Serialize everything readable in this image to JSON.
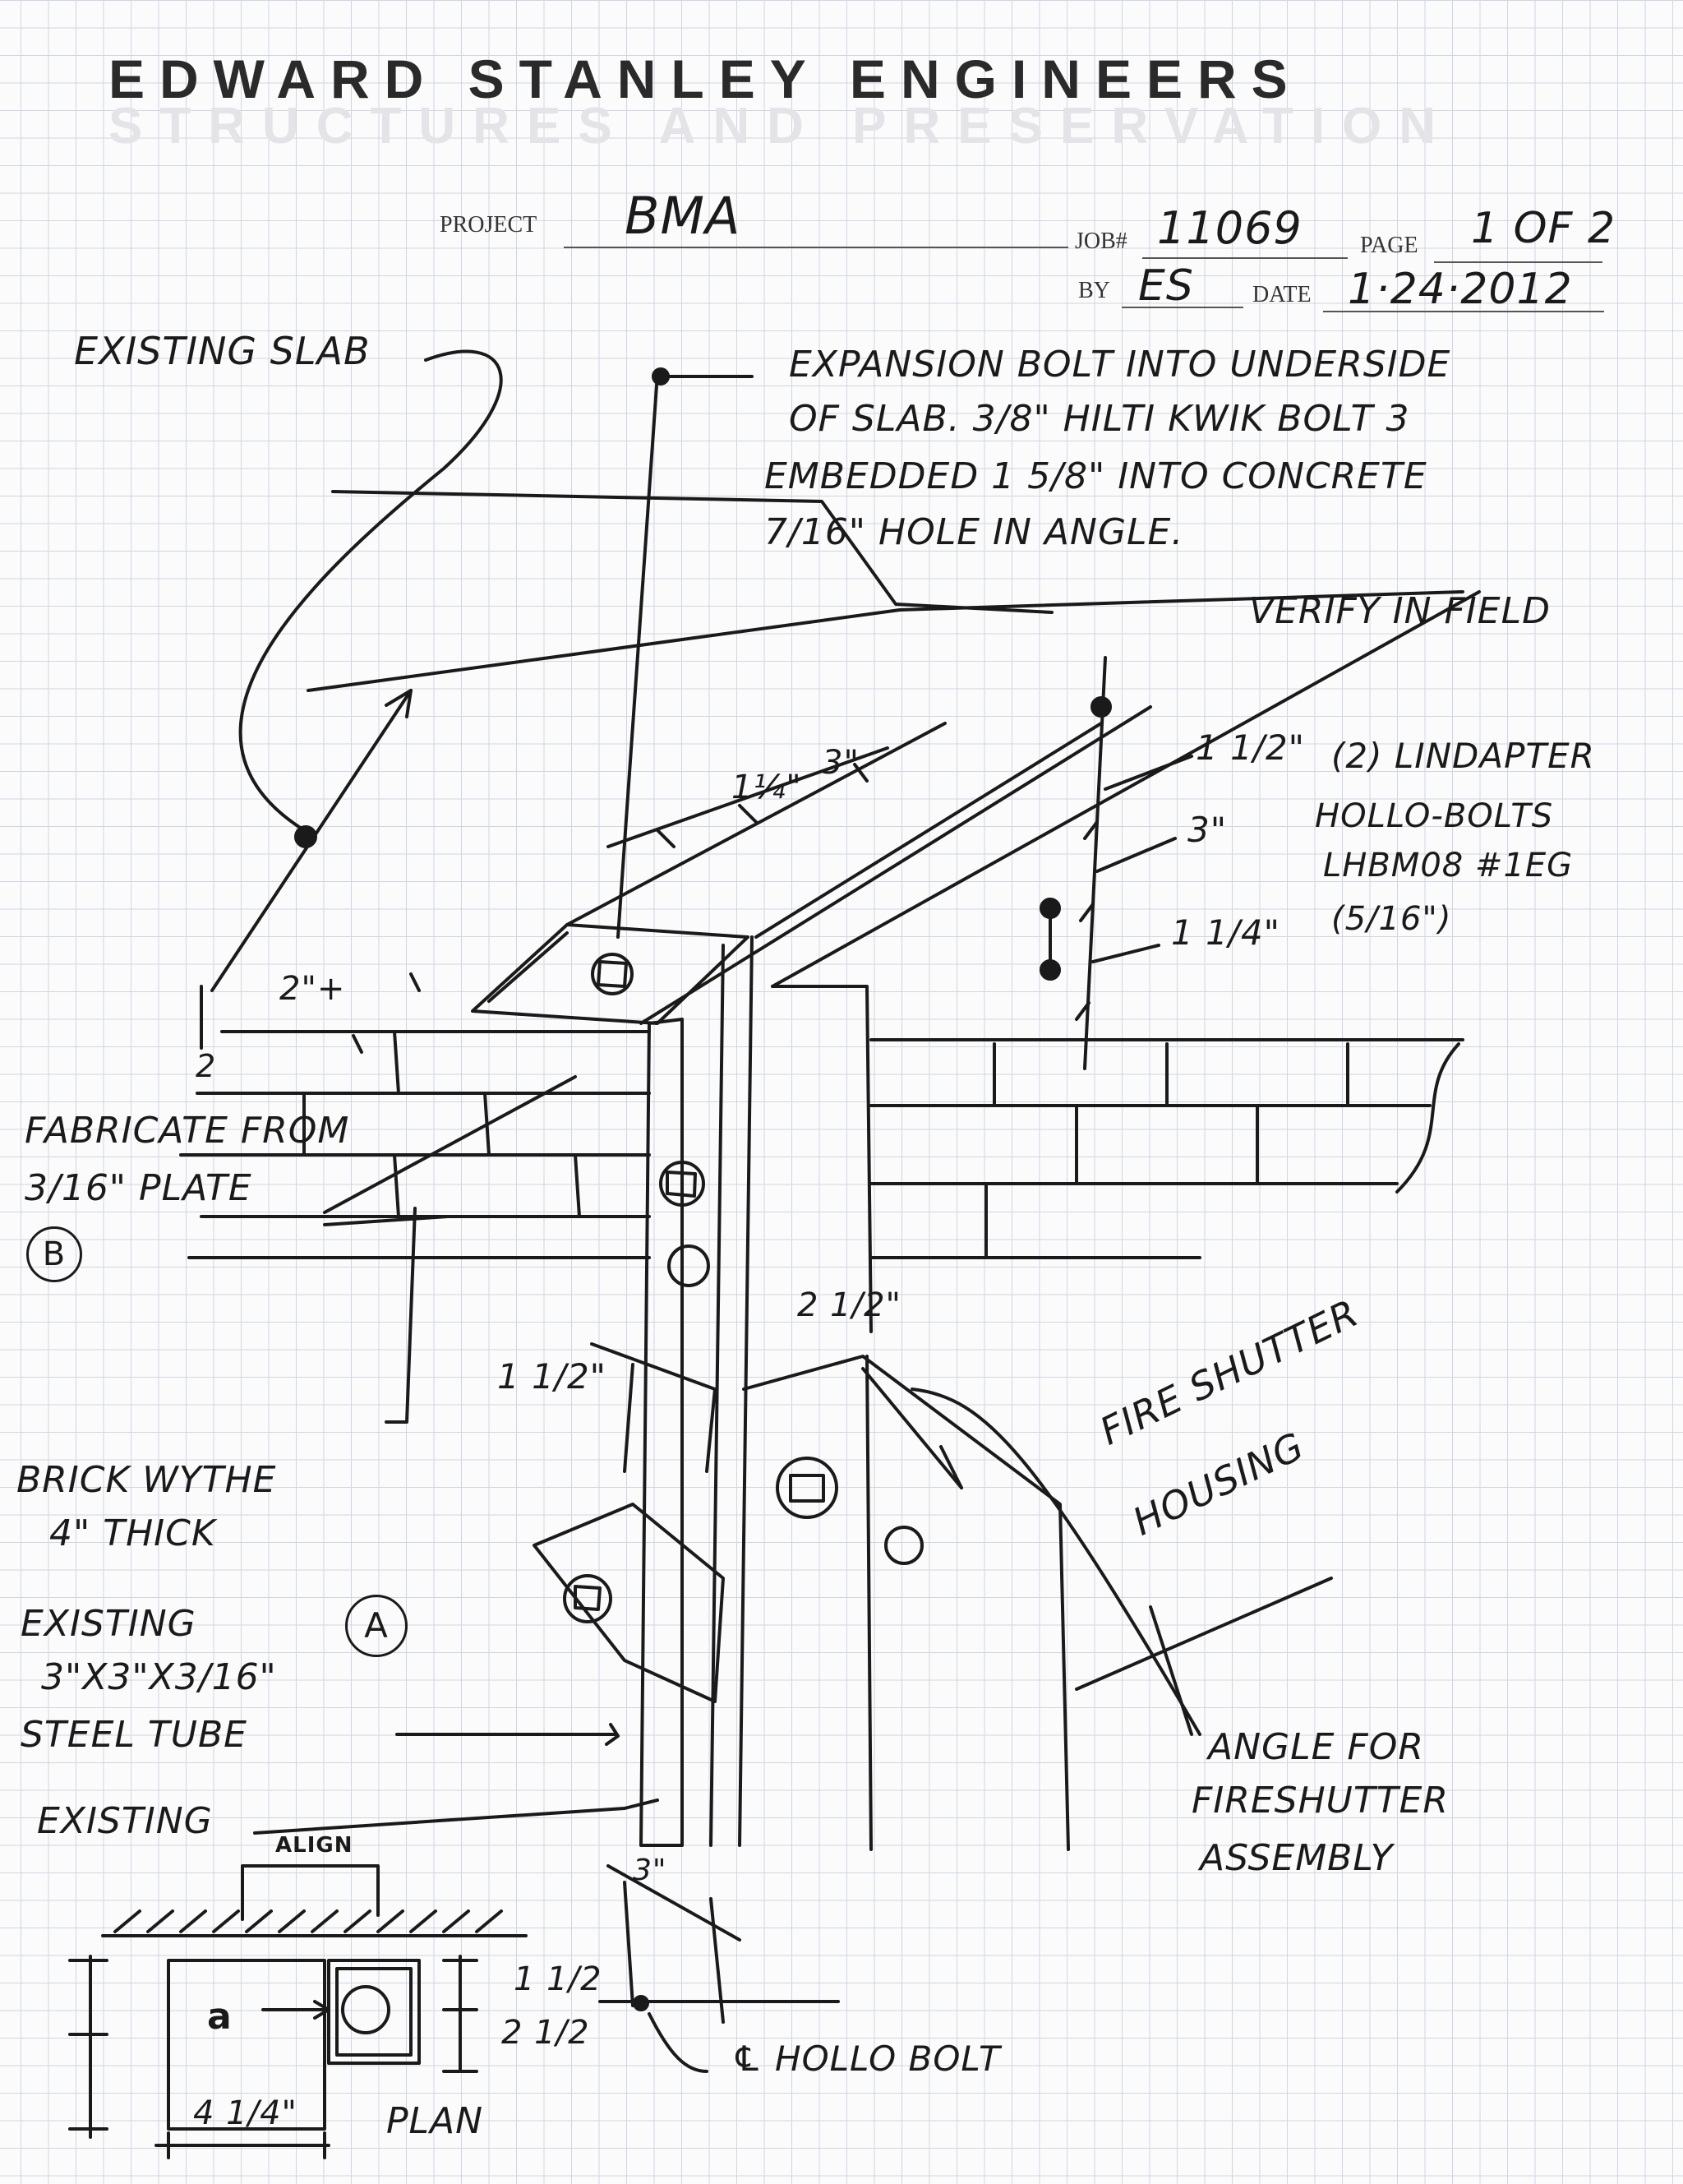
{
  "header": {
    "firm": "EDWARD STANLEY ENGINEERS",
    "tagline": "STRUCTURES AND PRESERVATION"
  },
  "title_block": {
    "project_label": "PROJECT",
    "project": "BMA",
    "job_label": "JOB#",
    "job": "11069",
    "page_label": "PAGE",
    "page": "1 OF 2",
    "by_label": "BY",
    "by": "ES",
    "date_label": "DATE",
    "date": "1·24·2012"
  },
  "notes": {
    "existing_slab": "EXISTING SLAB",
    "expansion_bolt_1": "EXPANSION BOLT INTO UNDERSIDE",
    "expansion_bolt_2": "OF SLAB. 3/8\" HILTI KWIK BOLT 3",
    "expansion_bolt_3": "EMBEDDED 1 5/8\" INTO CONCRETE",
    "expansion_bolt_4": "7/16\" HOLE IN ANGLE.",
    "verify": "VERIFY IN FIELD",
    "lindapter_1": "(2) LINDAPTER",
    "lindapter_2": "HOLLO-BOLTS",
    "lindapter_3": "LHBM08 #1EG",
    "lindapter_4": "(5/16\")",
    "fabricate_1": "FABRICATE FROM",
    "fabricate_2": "3/16\" PLATE",
    "tag_b": "B",
    "tag_a": "A",
    "brick_1": "BRICK WYTHE",
    "brick_2": "4\" THICK",
    "tube_1": "EXISTING",
    "tube_2": "3\"X3\"X3/16\"",
    "tube_3": "STEEL TUBE",
    "existing": "EXISTING",
    "align": "ALIGN",
    "fire_1": "FIRE SHUTTER",
    "fire_2": "HOUSING",
    "angle_1": "ANGLE FOR",
    "angle_2": "FIRESHUTTER",
    "angle_3": "ASSEMBLY",
    "hollo_cl": "℄ HOLLO BOLT",
    "plan": "PLAN"
  },
  "dimensions": {
    "d_1_1_4_top": "1¼\"",
    "d_3_top": "3\"",
    "d_1_1_2_right": "1 1/2\"",
    "d_3_right": "3\"",
    "d_1_1_4_right": "1 1/4\"",
    "d_2_plus": "2\"+",
    "d_2": "2",
    "d_2_1_2": "2 1/2\"",
    "d_1_1_2_left": "1 1/2\"",
    "d_3_bottom": "3\"",
    "plan_1_1_2": "1 1/2",
    "plan_2_1_2": "2 1/2",
    "plan_4_1_4": "4 1/4\"",
    "plan_q": "a"
  }
}
